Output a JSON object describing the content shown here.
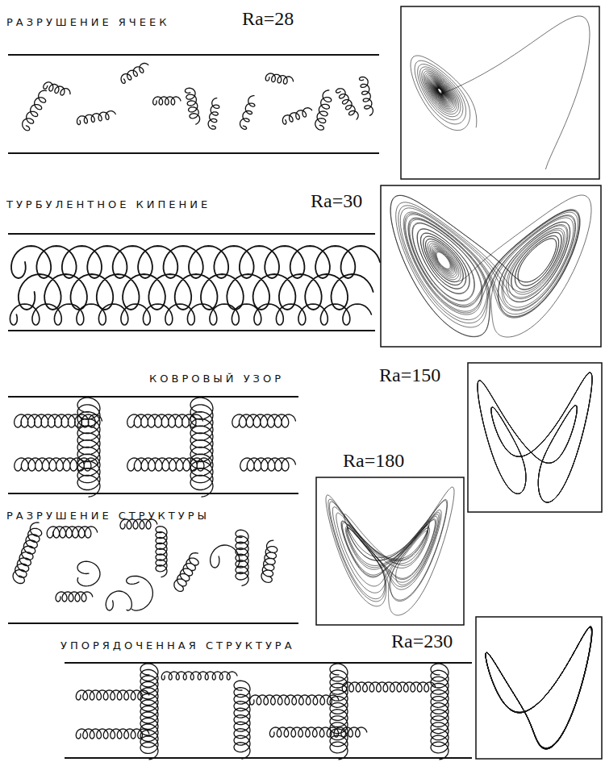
{
  "diagram": {
    "labels": [
      "РАЗРУШЕНИЕ ЯЧЕЕК",
      "Ra=28",
      "ТУРБУЛЕНТНОЕ КИПЕНИЕ",
      "Ra=30",
      "КОВРОВЫЙ УЗОР",
      "Ra=150",
      "Ra=180",
      "РАЗРУШЕНИЕ СТРУКТУРЫ",
      "УПОРЯДОЧЕННАЯ СТРУКТУРА",
      "Ra=230"
    ]
  }
}
